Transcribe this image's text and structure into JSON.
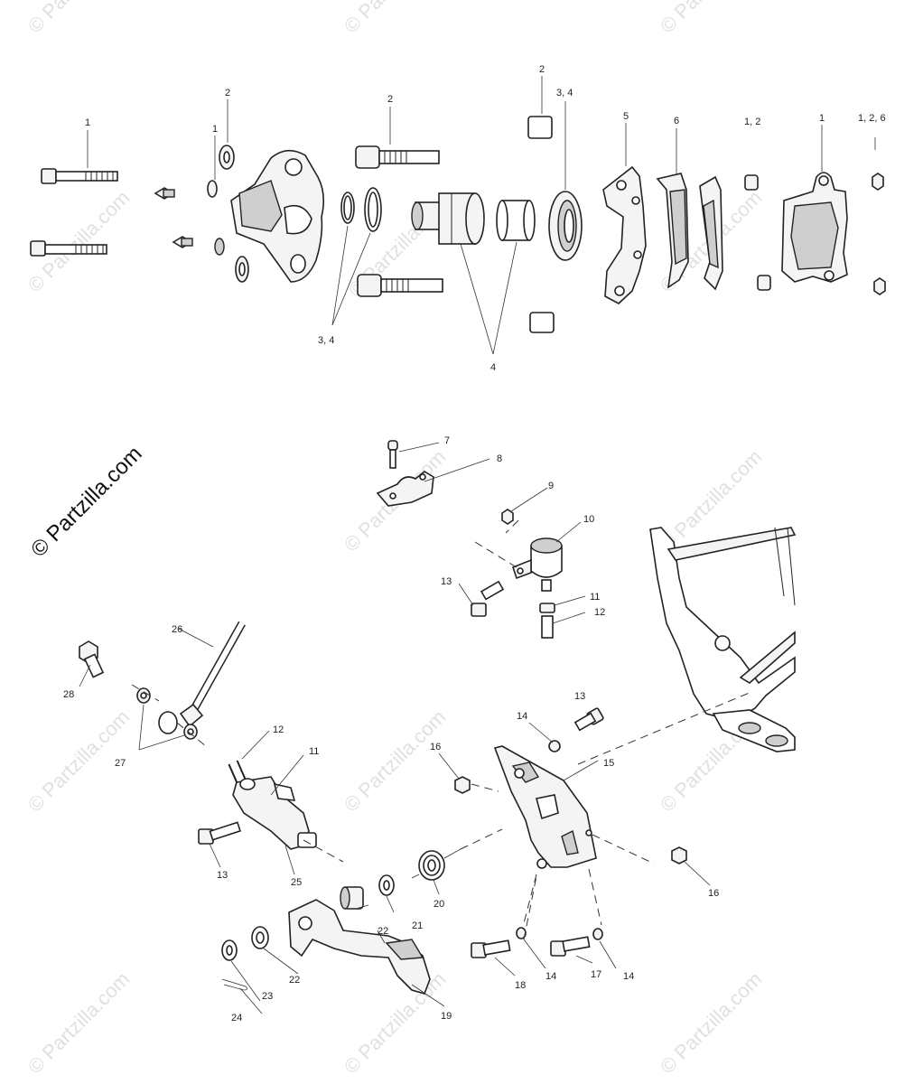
{
  "watermark": {
    "text": "© Partzilla.com",
    "short": "© Partzilla.com"
  },
  "callouts": {
    "c1a": "1",
    "c2a": "2",
    "c1b": "1",
    "c2b": "2",
    "c2c": "2",
    "c34a": "3, 4",
    "c5": "5",
    "c6": "6",
    "c12a": "1, 2",
    "c1c": "1",
    "c126": "1, 2, 6",
    "c34b": "3, 4",
    "c4": "4",
    "c7": "7",
    "c8": "8",
    "c9": "9",
    "c10": "10",
    "c13a": "13",
    "c11a": "11",
    "c12b": "12",
    "c26": "26",
    "c28": "28",
    "c27": "27",
    "c12c": "12",
    "c11b": "11",
    "c13b": "13",
    "c14a": "14",
    "c16a": "16",
    "c15": "15",
    "c13c": "13",
    "c25": "25",
    "c20": "20",
    "c21": "21",
    "c22a": "22",
    "c22b": "22",
    "c23": "23",
    "c24": "24",
    "c19": "19",
    "c18": "18",
    "c14b": "14",
    "c17": "17",
    "c14c": "14",
    "c16b": "16"
  }
}
